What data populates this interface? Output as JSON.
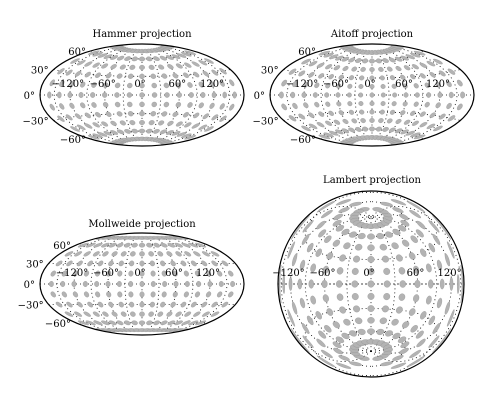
{
  "chart_data": [
    {
      "type": "map-projection",
      "projection": "hammer",
      "title": "Hammer projection",
      "lon_ticks": [
        -120,
        -60,
        0,
        60,
        120
      ],
      "lat_ticks": [
        -60,
        -30,
        0,
        30,
        60
      ],
      "lon_labels": [
        "−120°",
        "−60°",
        "0°",
        "60°",
        "120°"
      ],
      "lat_labels": [
        "−60°",
        "−30°",
        "0°",
        "30°",
        "60°"
      ],
      "grid": true,
      "markers": {
        "shape": "tissot circles",
        "lon_step_deg": 20,
        "lat_values_deg": [
          -75,
          -60,
          -45,
          -30,
          -15,
          0,
          15,
          30,
          45,
          60,
          75
        ],
        "color": "#b3b3b3"
      }
    },
    {
      "type": "map-projection",
      "projection": "aitoff",
      "title": "Aitoff projection",
      "lon_ticks": [
        -120,
        -60,
        0,
        60,
        120
      ],
      "lat_ticks": [
        -60,
        -30,
        0,
        30,
        60
      ],
      "lon_labels": [
        "−120°",
        "−60°",
        "0°",
        "60°",
        "120°"
      ],
      "lat_labels": [
        "−60°",
        "−30°",
        "0°",
        "30°",
        "60°"
      ],
      "grid": true,
      "markers": {
        "shape": "tissot circles",
        "lon_step_deg": 20,
        "lat_values_deg": [
          -75,
          -60,
          -45,
          -30,
          -15,
          0,
          15,
          30,
          45,
          60,
          75
        ],
        "color": "#b3b3b3"
      }
    },
    {
      "type": "map-projection",
      "projection": "mollweide",
      "title": "Mollweide projection",
      "lon_ticks": [
        -120,
        -60,
        0,
        60,
        120
      ],
      "lat_ticks": [
        -60,
        -30,
        0,
        30,
        60
      ],
      "lon_labels": [
        "−120°",
        "−60°",
        "0°",
        "60°",
        "120°"
      ],
      "lat_labels": [
        "−60°",
        "−30°",
        "0°",
        "30°",
        "60°"
      ],
      "grid": true,
      "markers": {
        "shape": "tissot circles",
        "lon_step_deg": 20,
        "lat_values_deg": [
          -75,
          -60,
          -45,
          -30,
          -15,
          0,
          15,
          30,
          45,
          60,
          75
        ],
        "color": "#b3b3b3"
      }
    },
    {
      "type": "map-projection",
      "projection": "lambert",
      "title": "Lambert projection",
      "lon_ticks": [
        -120,
        -60,
        0,
        60,
        120
      ],
      "lat_ticks": [],
      "lon_labels": [
        "−120°",
        "−60°",
        "0°",
        "60°",
        "120°"
      ],
      "lat_labels": [],
      "grid": true,
      "markers": {
        "shape": "tissot circles",
        "lon_step_deg": 20,
        "lat_values_deg": [
          -75,
          -60,
          -45,
          -30,
          -15,
          0,
          15,
          30,
          45,
          60,
          75
        ],
        "color": "#b3b3b3"
      }
    }
  ]
}
